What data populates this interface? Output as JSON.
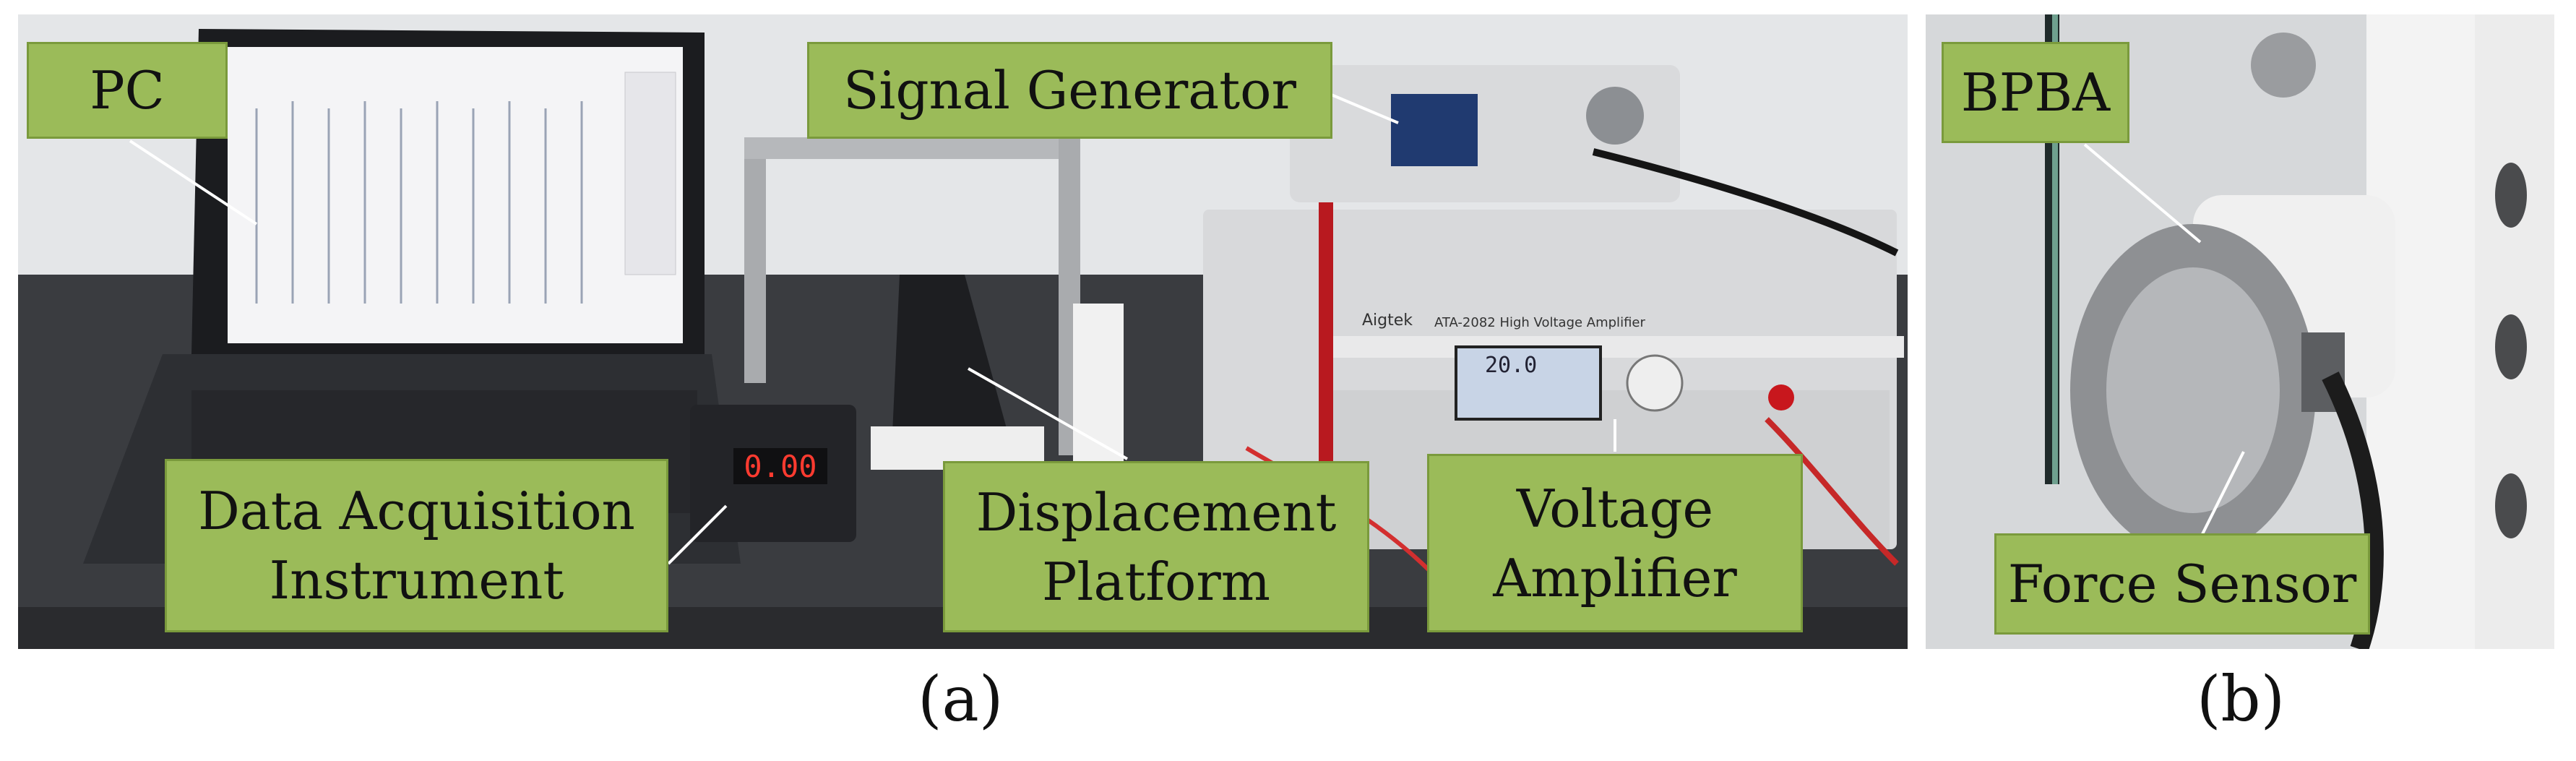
{
  "panels": {
    "a": {
      "caption": "(a)",
      "labels": {
        "pc": "PC",
        "signal_generator": "Signal Generator",
        "daq_line1": "Data Acquisition",
        "daq_line2": "Instrument",
        "platform_line1": "Displacement",
        "platform_line2": "Platform",
        "amplifier_line1": "Voltage",
        "amplifier_line2": "Amplifier"
      },
      "device_readouts": {
        "daq_display": "0.00",
        "generator_display": "20.0",
        "amplifier_brand": "Aigtek",
        "amplifier_model": "ATA-2082 High Voltage Amplifier"
      }
    },
    "b": {
      "caption": "(b)",
      "labels": {
        "bpba": "BPBA",
        "force_sensor": "Force Sensor"
      }
    }
  },
  "colors": {
    "label_fill": "#9bbb59",
    "label_border": "#7a9a3c",
    "leader_line": "#ffffff"
  }
}
